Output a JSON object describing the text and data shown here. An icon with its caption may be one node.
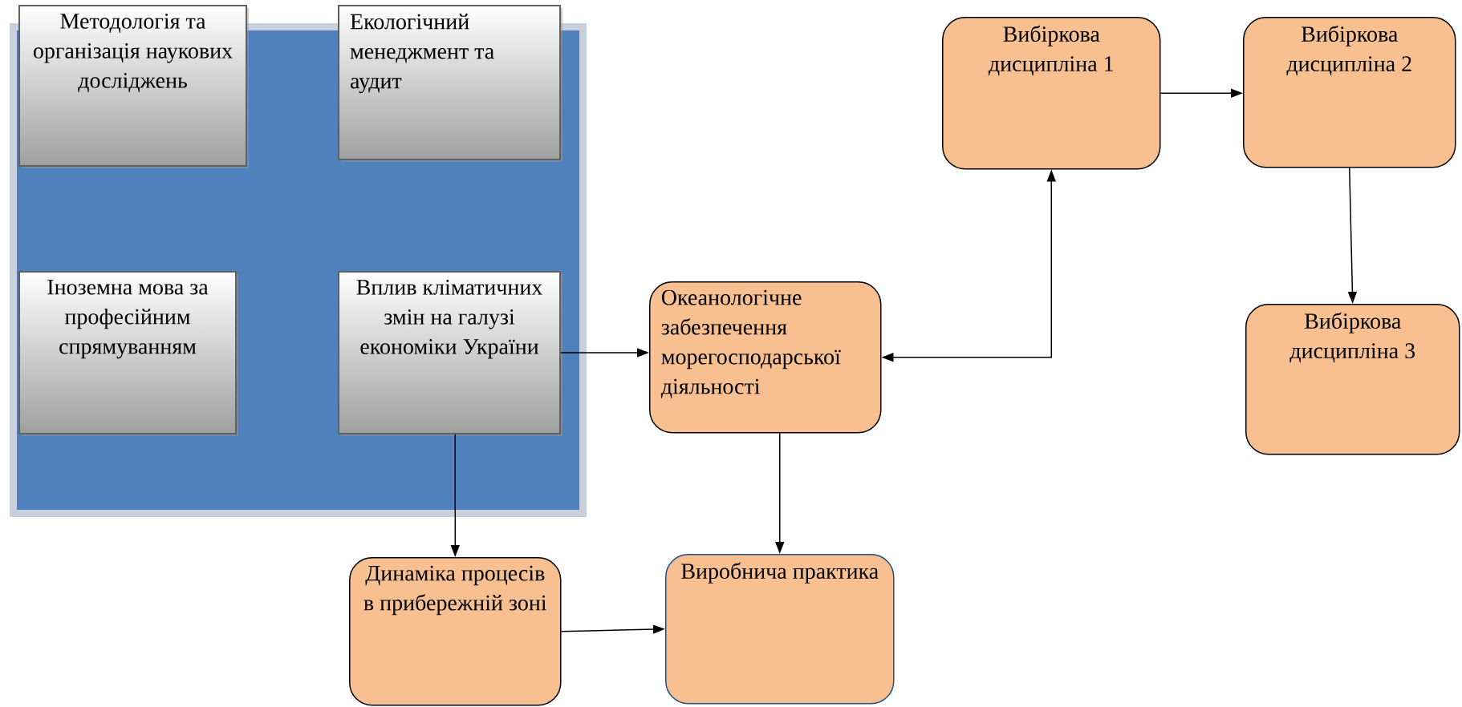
{
  "diagram": {
    "nodes": [
      {
        "text": [],
        "shape": "box"
      },
      {
        "text": [
          "Методологія та організація наукових досліджень"
        ],
        "in": 0
      },
      {
        "text": [
          "Екологічний менеджмент та аудит"
        ],
        "in": 0
      },
      {
        "text": [
          "Іноземна мова за професійним спрямуванням"
        ],
        "in": 0
      },
      {
        "text": [
          "Вплив кліматичних змін на галузі економіки України"
        ],
        "in": 0
      },
      {
        "text": [
          "Океанологічне забезпечення морегосподарської діяльності"
        ]
      },
      {
        "text": [
          "Вибіркова дисципліна 1"
        ]
      },
      {
        "text": [
          "Вибіркова дисципліна 2"
        ]
      },
      {
        "text": [
          "Вибіркова дисципліна 3"
        ]
      },
      {
        "text": [
          "Динаміка процесів в прибережній зоні"
        ]
      },
      {
        "text": [
          "Виробнича практика"
        ]
      }
    ],
    "edges": [
      {
        "from": 4,
        "to": 5,
        "arrow": "to"
      },
      {
        "from": 5,
        "to": 6,
        "arrow": "both"
      },
      {
        "from": 6,
        "to": 7,
        "arrow": "to"
      },
      {
        "from": 7,
        "to": 8,
        "arrow": "to"
      },
      {
        "from": 4,
        "to": 9,
        "arrow": "to"
      },
      {
        "from": 5,
        "to": 10,
        "arrow": "to"
      },
      {
        "from": 9,
        "to": 10,
        "arrow": "to"
      }
    ]
  }
}
